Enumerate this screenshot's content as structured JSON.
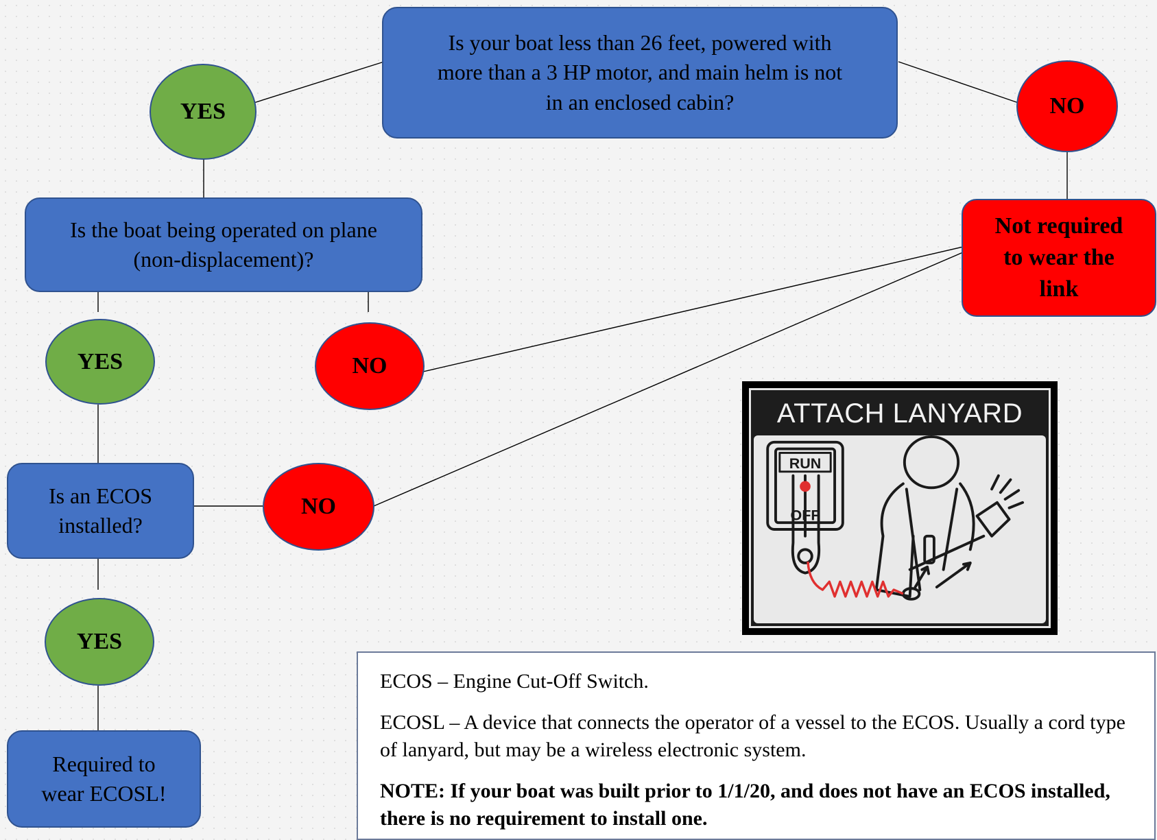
{
  "flowchart": {
    "question_boat": "Is your boat less than 26 feet, powered with\nmore than a 3 HP motor, and main helm is not\nin an enclosed cabin?",
    "question_plane": "Is the boat being operated on plane\n(non-displacement)?",
    "question_ecos": "Is an ECOS\ninstalled?",
    "answer_yes_1": "YES",
    "answer_no_1": "NO",
    "answer_yes_2": "YES",
    "answer_no_2": "NO",
    "answer_no_3": "NO",
    "answer_yes_3": "YES",
    "result_not_required": "Not required\nto wear the\nlink",
    "result_required": "Required to\nwear ECOSL!"
  },
  "image_label": {
    "title": "ATTACH LANYARD",
    "run_label": "RUN",
    "off_label": "OFF"
  },
  "notes": {
    "ecos_definition": "ECOS – Engine Cut-Off Switch.",
    "ecosl_definition": "ECOSL – A device that connects the operator of a vessel to the ECOS.  Usually a cord type of lanyard, but may be a wireless electronic system.",
    "note": "NOTE: If your boat was built prior to 1/1/20, and does not have an ECOS installed, there is no requirement to install one."
  },
  "colors": {
    "box_blue": "#4472c4",
    "yes_green": "#70ad47",
    "no_red": "#ff0000",
    "outline": "#2f528f"
  }
}
